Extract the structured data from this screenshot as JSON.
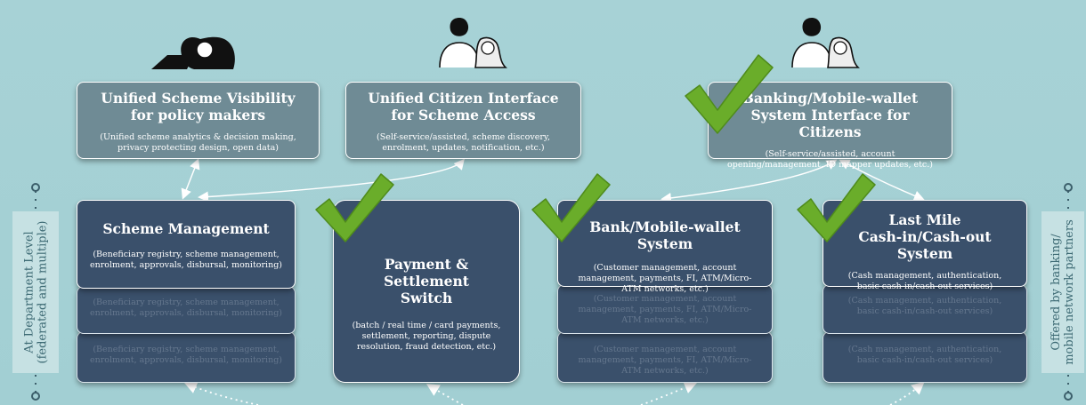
{
  "colors": {
    "background": "#a7d2d6",
    "top_box": "#6f8b95",
    "dark_box": "#3a506b",
    "check": "#6aad2a",
    "arrow": "#ffffff"
  },
  "top_boxes": {
    "policy": {
      "title_line1": "Unified Scheme Visibility",
      "title_line2": "for policy makers",
      "desc": "(Unified scheme analytics & decision making, privacy protecting design, open data)"
    },
    "citizen": {
      "title_line1": "Unified Citizen Interface",
      "title_line2": "for Scheme Access",
      "desc": "(Self-service/assisted, scheme discovery, enrolment, updates, notification, etc.)"
    },
    "banking": {
      "title_line1": "Banking/Mobile-wallet",
      "title_line2": "System Interface for Citizens",
      "desc": "(Self-service/assisted, account opening/management, ID mapper updates, etc.)"
    }
  },
  "systems": {
    "scheme": {
      "title": "Scheme Management",
      "desc": "(Beneficiary registry,  scheme management, enrolment, approvals, disbursal, monitoring)"
    },
    "payment": {
      "title_line1": "Payment & Settlement",
      "title_line2": "Switch",
      "desc": "(batch / real time / card payments, settlement, reporting, dispute resolution, fraud detection, etc.)"
    },
    "bank": {
      "title": "Bank/Mobile-wallet System",
      "desc": "(Customer management, account management, payments, FI, ATM/Micro-ATM networks, etc.)"
    },
    "lastmile": {
      "title_line1": "Last Mile",
      "title_line2": "Cash-in/Cash-out System",
      "desc": "(Cash management, authentication, basic cash-in/cash-out services)"
    }
  },
  "side_labels": {
    "left_line1": "At Department Level",
    "left_line2": "(federated and multiple)",
    "right_line1": "Offered by banking/",
    "right_line2": "mobile network partners"
  },
  "icons": [
    "person-at-laptop-icon",
    "two-people-icon",
    "two-people-icon",
    "checkmark-icon"
  ]
}
